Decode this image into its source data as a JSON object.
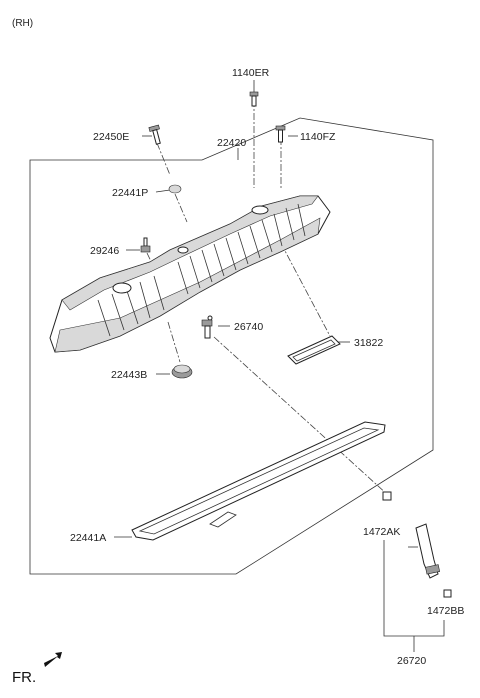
{
  "side_label": "(RH)",
  "parts": {
    "p1140ER": "1140ER",
    "p22450E": "22450E",
    "p1140FZ": "1140FZ",
    "p22420": "22420",
    "p22441P": "22441P",
    "p29246": "29246",
    "p26740": "26740",
    "p31822": "31822",
    "p22443B": "22443B",
    "p22441A": "22441A",
    "p1472AK": "1472AK",
    "p1472BB": "1472BB",
    "p26720": "26720"
  },
  "direction_label": "FR."
}
